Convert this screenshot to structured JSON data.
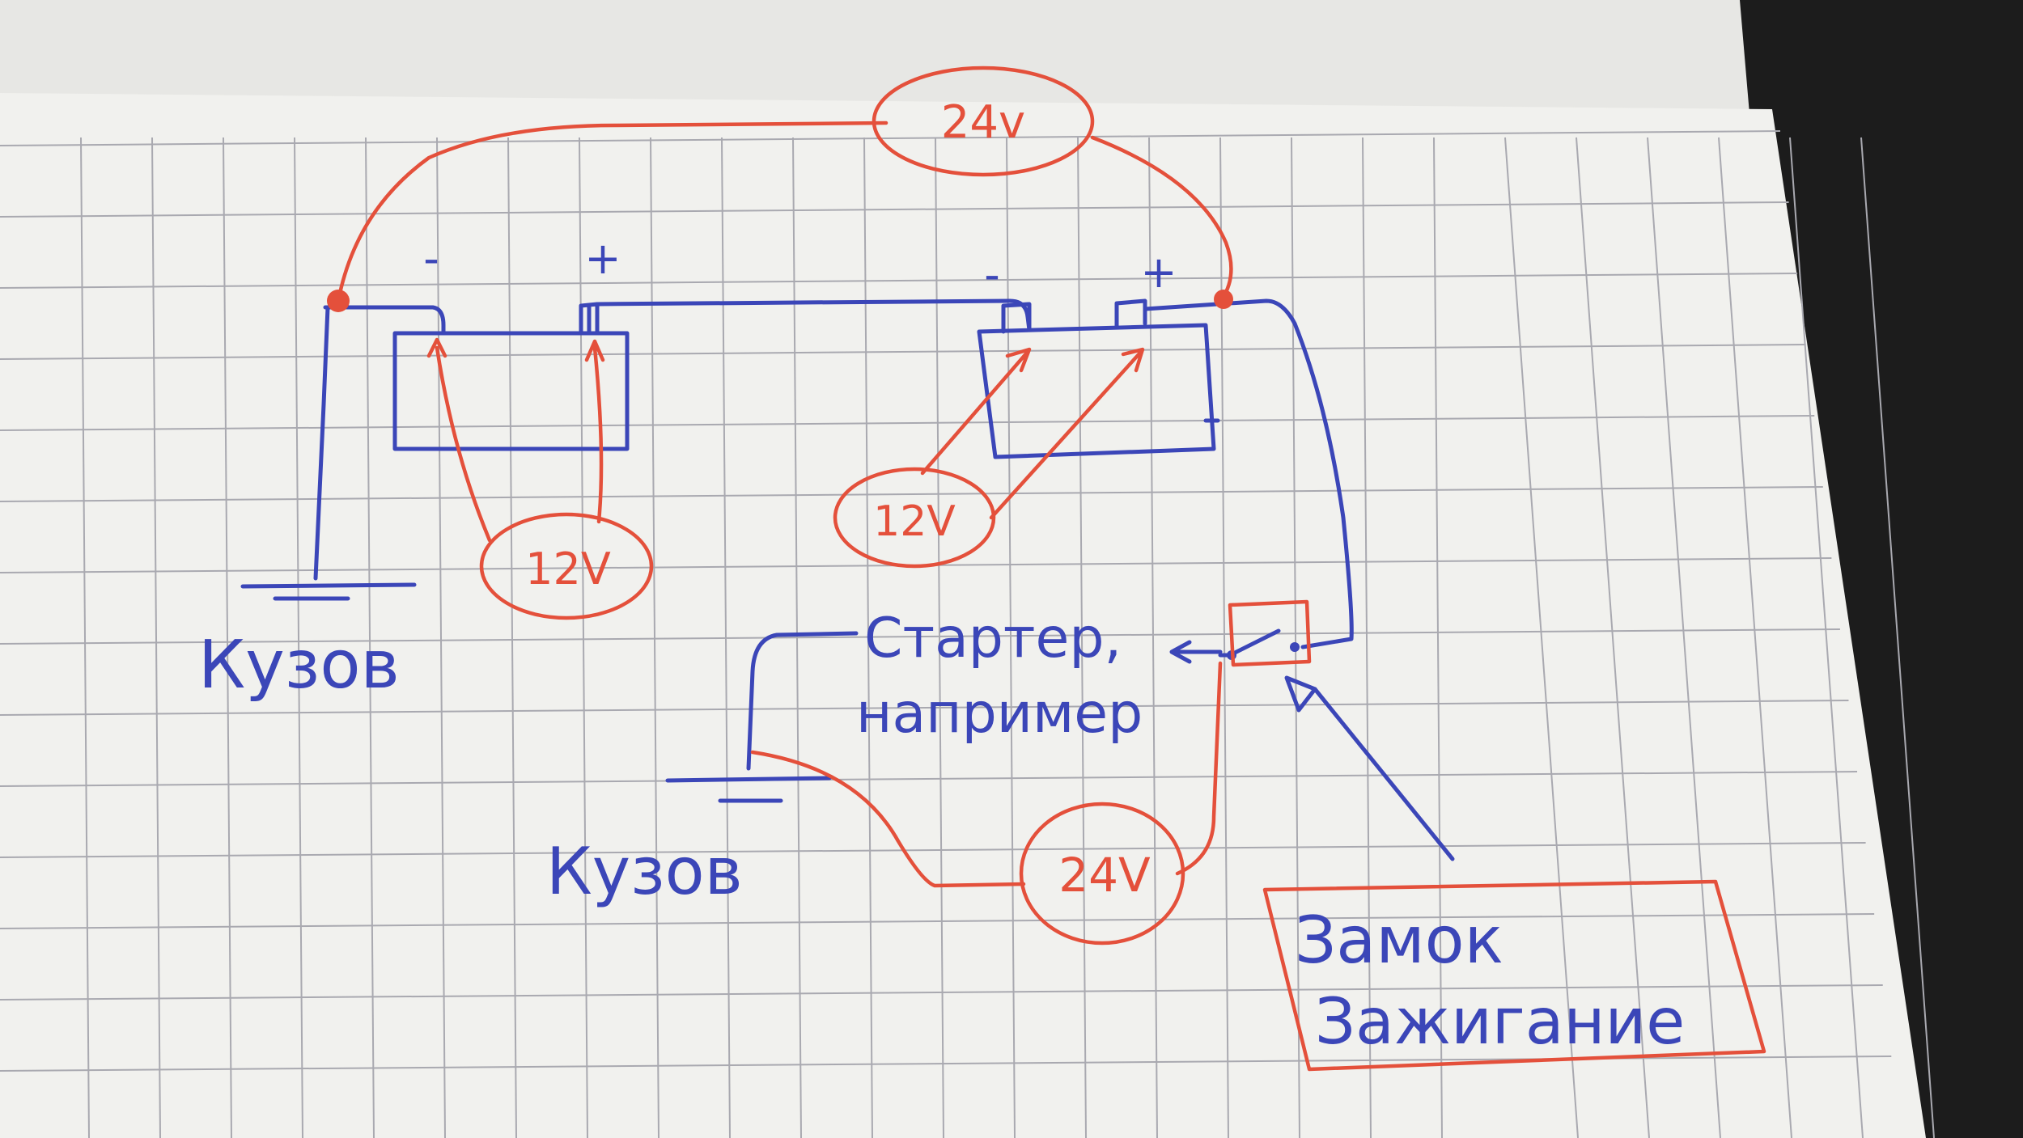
{
  "colors": {
    "background": "#1c1c1c",
    "paper": "#f1f1ee",
    "grid": "#a9a9b0",
    "blue_ink": "#3b46b8",
    "red_ink": "#e4503b"
  },
  "diagram": {
    "battery_left": {
      "minus_label": "-",
      "plus_label": "+"
    },
    "battery_right": {
      "minus_label": "-",
      "plus_label": "+"
    },
    "meters": {
      "top_series": "24v",
      "left_battery": "12V",
      "right_battery": "12V",
      "starter_circuit": "24V"
    },
    "ground_left": "Кузов",
    "ground_right": "Кузов",
    "starter_label_line1": "Стартер,",
    "starter_label_line2": "например",
    "ignition_label_line1": "Замок",
    "ignition_label_line2": "Зажигание"
  }
}
